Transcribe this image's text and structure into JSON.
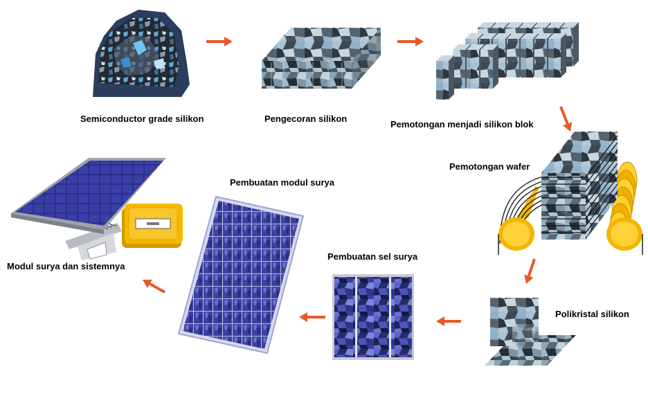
{
  "diagram": {
    "steps": [
      {
        "id": "raw",
        "label": "Semiconductor grade silikon"
      },
      {
        "id": "casting",
        "label": "Pengecoran silikon"
      },
      {
        "id": "blocks",
        "label": "Pemotongan menjadi silikon blok"
      },
      {
        "id": "wafer",
        "label": "Pemotongan wafer"
      },
      {
        "id": "poly",
        "label": "Polikristal silikon"
      },
      {
        "id": "cell",
        "label": "Pembuatan sel surya"
      },
      {
        "id": "module",
        "label": "Pembuatan modul surya"
      },
      {
        "id": "system",
        "label": "Modul surya dan sistemnya"
      }
    ],
    "arrow_color": "#e8572a"
  }
}
